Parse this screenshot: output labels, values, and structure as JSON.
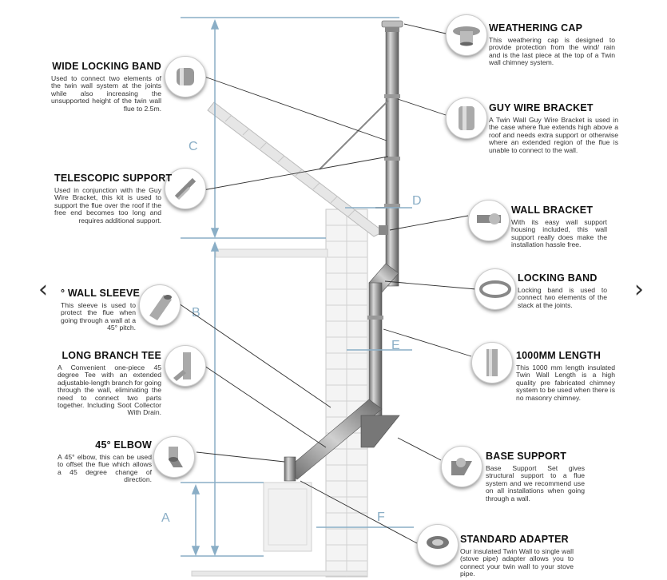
{
  "nav": {
    "prev_icon": "‹",
    "next_icon": "›"
  },
  "dimensions": [
    "A",
    "B",
    "C",
    "D",
    "E",
    "F"
  ],
  "components": {
    "weathering_cap": {
      "title": "WEATHERING CAP",
      "desc": "This weathering cap is designed to provide protection from the wind/ rain and is the last piece at the top of a Twin wall chimney system."
    },
    "guy_wire_bracket": {
      "title": "GUY WIRE BRACKET",
      "desc": "A Twin Wall Guy Wire Bracket is used in the case where flue extends high above a roof and needs extra support or otherwise where an extended region of the flue is unable to connect to the wall."
    },
    "wall_bracket": {
      "title": "WALL BRACKET",
      "desc": "With its easy wall support housing included, this wall support really does make the installation hassle free."
    },
    "locking_band": {
      "title": "LOCKING BAND",
      "desc": "Locking band is used to connect two elements of the stack at the joints."
    },
    "length_1000mm": {
      "title": "1000MM LENGTH",
      "desc": "This 1000 mm length insulated Twin Wall Length is a high quality pre fabricated chimney system to be used when there is no masonry chimney."
    },
    "base_support": {
      "title": "BASE SUPPORT",
      "desc": "Base Support Set gives structural support to a flue system and we recommend use on all installations when going through a wall."
    },
    "standard_adapter": {
      "title": "STANDARD ADAPTER",
      "desc": "Our insulated Twin Wall to single wall (stove pipe) adapter allows you to connect your twin wall to your stove pipe."
    },
    "wide_locking_band": {
      "title": "WIDE LOCKING BAND",
      "desc": "Used to connect two elements of the twin wall system at the joints while also increasing the unsupported height of the twin wall flue to 2.5m."
    },
    "telescopic_support": {
      "title": "TELESCOPIC SUPPORT",
      "desc": "Used in conjunction with the Guy Wire Bracket, this kit is used to support the flue over the roof if the free end becomes too long and requires additional support."
    },
    "wall_sleeve": {
      "title": "° WALL SLEEVE",
      "desc": "This sleeve is used to protect the flue when going through a wall at a 45° pitch."
    },
    "long_branch_tee": {
      "title": "LONG BRANCH TEE",
      "desc": "A Convenient one-piece 45 degree Tee with an extended adjustable-length branch for going through the wall, eliminating the need to connect two parts together. Including Soot Collector With Drain."
    },
    "elbow_45": {
      "title": "45° ELBOW",
      "desc": "A 45° elbow, this can be used to offset the flue which allows a 45 degree change of direction."
    }
  }
}
